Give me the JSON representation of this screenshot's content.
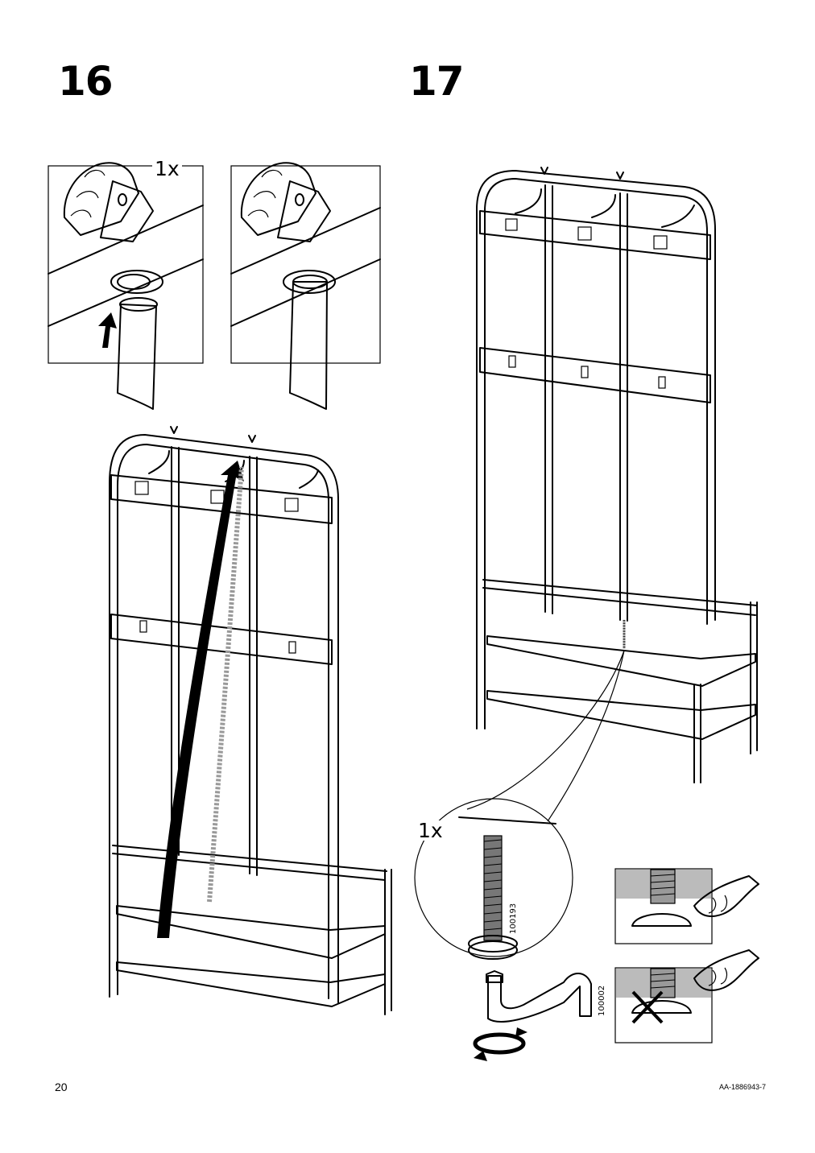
{
  "steps": {
    "step16": {
      "number": "16",
      "quantity": "1x"
    },
    "step17": {
      "number": "17",
      "quantity": "1x"
    }
  },
  "parts": {
    "bolt": "100193",
    "key": "100002"
  },
  "footer": {
    "page_number": "20",
    "doc_id": "AA-1886943-7"
  },
  "icons": {
    "up-arrow": "arrow-up-icon",
    "rotate": "rotate-clockwise-icon",
    "wrong": "cross-icon",
    "pointing-hand": "hand-icon"
  }
}
